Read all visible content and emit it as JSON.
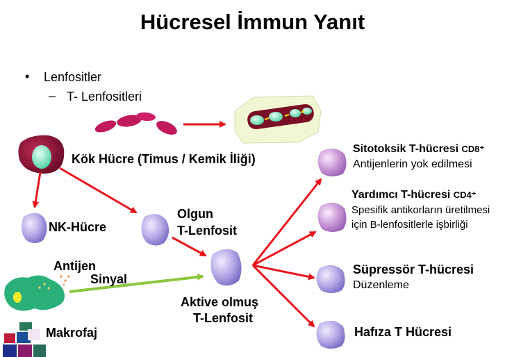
{
  "title": "Hücresel İmmun Yanıt",
  "bullets": {
    "level1_marker": "•",
    "level1": "Lenfositler",
    "level2_marker": "–",
    "level2": "T- Lenfositleri"
  },
  "nodes": {
    "stem_cell": "Kök Hücre (Timus / Kemik İliği)",
    "nk_cell": "NK-Hücre",
    "mature_t_line1": "Olgun",
    "mature_t_line2": "T-Lenfosit",
    "antigen": "Antijen",
    "signal": "Sinyal",
    "macrophage": "Makrofaj",
    "activated_t_line1": "Aktive olmuş",
    "activated_t_line2": "T-Lenfosit"
  },
  "outcomes": [
    {
      "title": "Sitotoksik T-hücresi",
      "tag": "CD8⁺",
      "desc": [
        "Antijenlerin yok edilmesi"
      ]
    },
    {
      "title": "Yardımcı T-hücresi",
      "tag": "CD4⁺",
      "desc": [
        "Spesifik antikorların üretilmesi",
        "için B-lenfositlerle işbirliği"
      ]
    },
    {
      "title": "Süpressör T-hücresi",
      "tag": "",
      "desc": [
        "Düzenleme"
      ]
    },
    {
      "title": "Hafıza T Hücresi",
      "tag": "",
      "desc": []
    }
  ],
  "colors": {
    "arrow": "#e8141c",
    "signal_arrow": "#8dc63f",
    "cell_lavender": "#9e8fd6",
    "cell_purple": "#b27fd0",
    "stem_cell": "#8a0f2e",
    "nucleus": "#6de0c0",
    "macrophage": "#2bb07a"
  }
}
